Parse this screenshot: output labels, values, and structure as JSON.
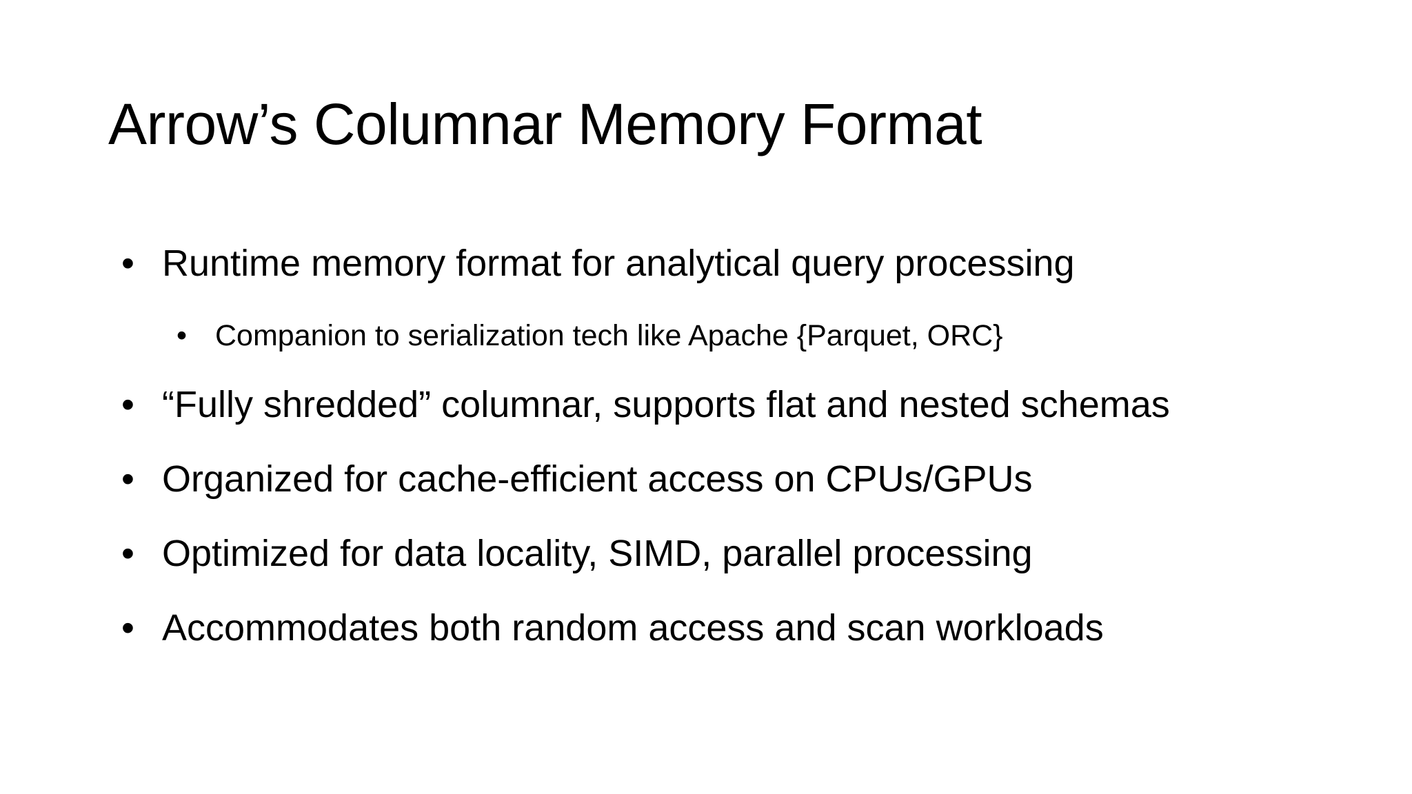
{
  "slide": {
    "title": "Arrow’s Columnar Memory Format",
    "bullet_glyph": "•",
    "bullets": [
      {
        "level": 1,
        "text": "Runtime memory format for analytical query processing"
      },
      {
        "level": 2,
        "text": "Companion to serialization tech like Apache {Parquet, ORC}"
      },
      {
        "level": 1,
        "text": "“Fully shredded” columnar, supports flat and nested schemas"
      },
      {
        "level": 1,
        "text": "Organized for cache-efficient access on CPUs/GPUs"
      },
      {
        "level": 1,
        "text": "Optimized for data locality, SIMD, parallel processing"
      },
      {
        "level": 1,
        "text": "Accommodates both random access and scan workloads"
      }
    ]
  }
}
